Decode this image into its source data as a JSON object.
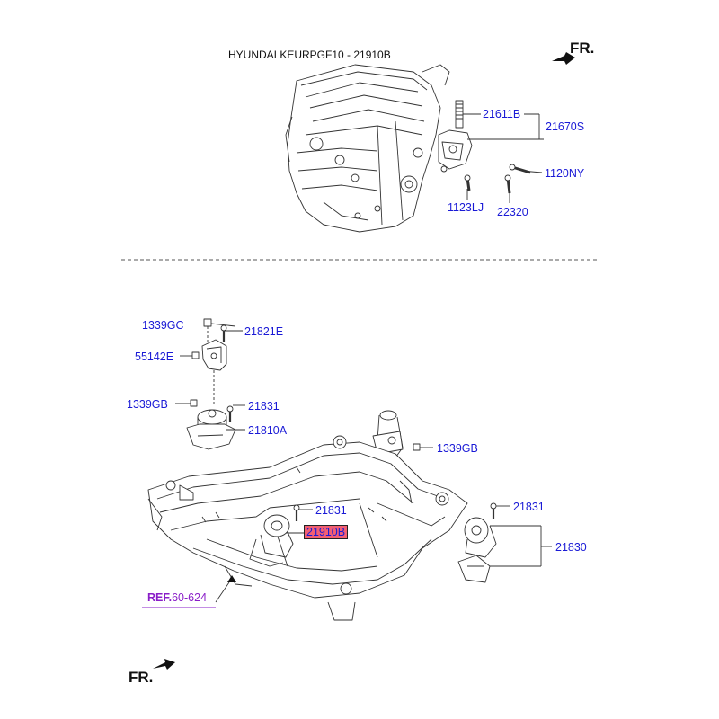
{
  "title": "HYUNDAI KEURPGF10 - 21910B",
  "direction_label": "FR.",
  "ref": {
    "prefix": "REF.",
    "value": "60-624"
  },
  "labels": {
    "p21611B": "21611B",
    "p21670S": "21670S",
    "p1120NY": "1120NY",
    "p1123LJ": "1123LJ",
    "p22320": "22320",
    "p1339GC": "1339GC",
    "p21821E": "21821E",
    "p55142E": "55142E",
    "p1339GB_left": "1339GB",
    "p21831_left": "21831",
    "p21810A": "21810A",
    "p1339GB_right": "1339GB",
    "p21831_center": "21831",
    "p21910B": "21910B",
    "p21831_right": "21831",
    "p21830": "21830"
  },
  "colors": {
    "label": "#1a1ad6",
    "highlight": "#f25f73",
    "ref": "#8a1ec8",
    "line": "#333333"
  }
}
